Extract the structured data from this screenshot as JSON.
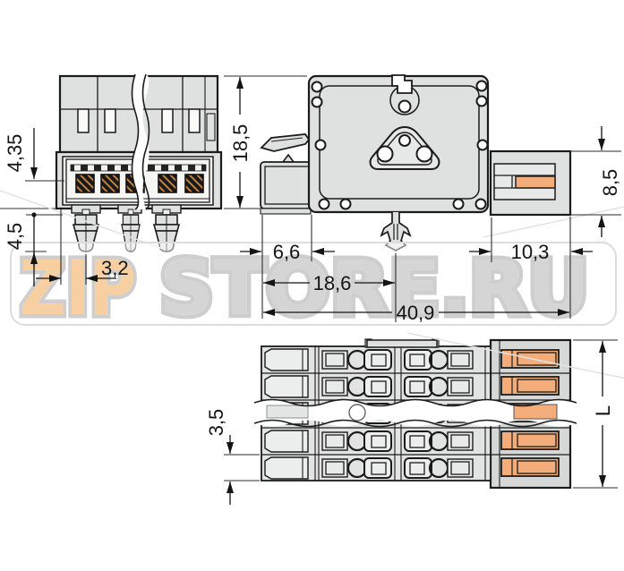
{
  "drawing": {
    "type": "connector-technical-drawing",
    "dimensions": {
      "front_contact_depth": "4,35",
      "front_pin_length": "4,5",
      "front_pin_offset": "3,2",
      "front_height": "18,5",
      "side_latch_width": "6,6",
      "side_anchor_offset": "18,6",
      "side_total_width": "40,9",
      "side_rail_height": "8,5",
      "side_rail_width": "10,3",
      "bottom_pitch": "3,5",
      "bottom_length": "L"
    },
    "colors": {
      "body_gray": "#dfe1e0",
      "accent_orange": "#f3ad7a",
      "hatch_orange": "#c8823e",
      "line_black": "#1b1b1b"
    }
  },
  "watermark": {
    "part1": "ZIP",
    "part2": "STORE.RU",
    "color_part1": "#f7cd9b",
    "color_part2": "#d3d3d3"
  }
}
